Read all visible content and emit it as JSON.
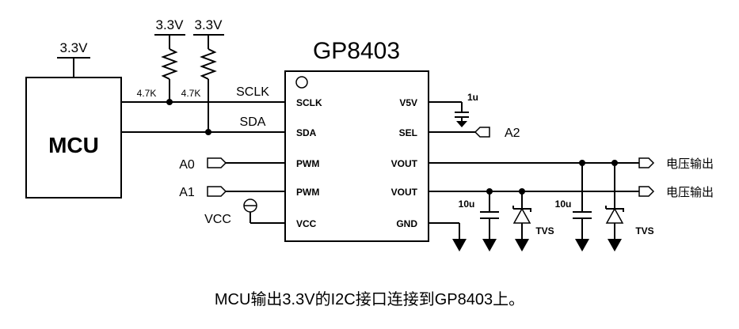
{
  "mcu": {
    "label": "MCU",
    "supply": "3.3V"
  },
  "pullups": [
    {
      "supply": "3.3V",
      "value": "4.7K"
    },
    {
      "supply": "3.3V",
      "value": "4.7K"
    }
  ],
  "chip": {
    "name": "GP8403",
    "left_pins": [
      "SCLK",
      "SDA",
      "PWM",
      "PWM",
      "VCC"
    ],
    "right_pins": [
      "V5V",
      "SEL",
      "VOUT",
      "VOUT",
      "GND"
    ]
  },
  "nets": {
    "sclk": "SCLK",
    "sda": "SDA",
    "a0": "A0",
    "a1": "A1",
    "vcc": "VCC",
    "a2": "A2",
    "out1": "电压输出",
    "out2": "电压输出"
  },
  "components": {
    "v5v_cap": "1u",
    "cap1": "10u",
    "cap2": "10u",
    "tvs1": "TVS",
    "tvs2": "TVS"
  },
  "caption": "MCU输出3.3V的I2C接口连接到GP8403上。"
}
